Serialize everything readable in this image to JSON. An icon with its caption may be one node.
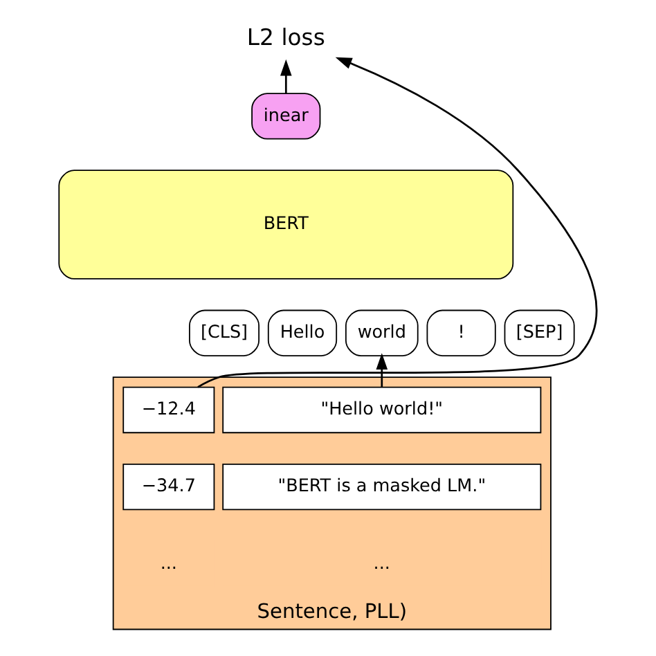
{
  "diagram": {
    "nodes": [
      {
        "text": [
          "L2 loss"
        ]
      },
      {
        "text": [
          "inear"
        ]
      },
      {
        "text": [
          "BERT"
        ]
      },
      {
        "text": [
          "[CLS]"
        ]
      },
      {
        "text": [
          "Hello"
        ]
      },
      {
        "text": [
          "world"
        ]
      },
      {
        "text": [
          "!"
        ]
      },
      {
        "text": [
          "[SEP]"
        ]
      },
      {
        "text": [
          "Sentence, PLL)"
        ]
      },
      {
        "text": [
          "\"Hello world!\""
        ],
        "in": 8
      },
      {
        "text": [
          "−12.4"
        ],
        "in": 8
      },
      {
        "text": [
          "\"BERT is a masked LM.\""
        ],
        "in": 8
      },
      {
        "text": [
          "−34.7"
        ],
        "in": 8
      },
      {
        "text": [
          "..."
        ],
        "in": 8
      },
      {
        "text": [
          "..."
        ],
        "in": 8
      }
    ],
    "edges": [
      {
        "from": 1,
        "to": 0,
        "arrow": "to"
      },
      {
        "from": 10,
        "to": 0,
        "arrow": "to"
      },
      {
        "from": 9,
        "to": 5,
        "arrow": "to"
      }
    ]
  }
}
